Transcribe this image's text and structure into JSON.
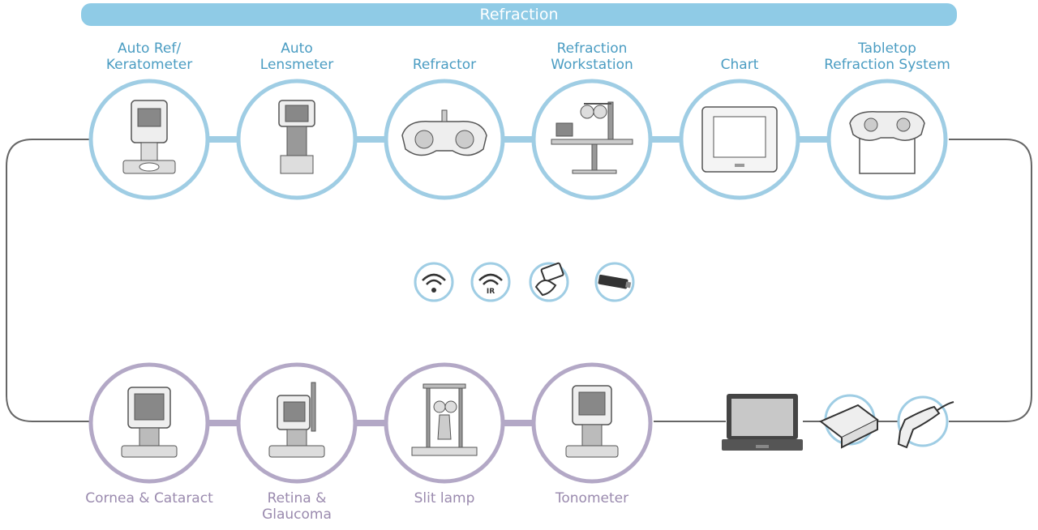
{
  "banner": {
    "title": "Refraction"
  },
  "colors": {
    "blue_ring": "#9fcde4",
    "blue_text": "#4a9cc2",
    "purple_ring": "#b3a8c6",
    "purple_text": "#9a8aae",
    "loop_line": "#666666",
    "banner": "#8fcbe6"
  },
  "top_devices": [
    {
      "line1": "Auto Ref/",
      "line2": "Keratometer",
      "icon": "autorefractor-icon"
    },
    {
      "line1": "Auto",
      "line2": "Lensmeter",
      "icon": "lensmeter-icon"
    },
    {
      "line1": "Refractor",
      "line2": "",
      "icon": "phoropter-icon"
    },
    {
      "line1": "Refraction",
      "line2": "Workstation",
      "icon": "workstation-icon"
    },
    {
      "line1": "Chart",
      "line2": "",
      "icon": "chart-display-icon"
    },
    {
      "line1": "Tabletop",
      "line2": "Refraction System",
      "icon": "tabletop-system-icon"
    }
  ],
  "bottom_devices": [
    {
      "line1": "Cornea & Cataract",
      "line2": "",
      "icon": "corneal-analyzer-icon"
    },
    {
      "line1": "Retina &",
      "line2": "Glaucoma",
      "icon": "retinal-camera-icon"
    },
    {
      "line1": "Slit lamp",
      "line2": "",
      "icon": "slit-lamp-icon"
    },
    {
      "line1": "Tonometer",
      "line2": "",
      "icon": "tonometer-icon"
    }
  ],
  "connectivity": [
    {
      "icon": "wifi-icon"
    },
    {
      "icon": "infrared-icon",
      "text": "IR"
    },
    {
      "icon": "card-reader-icon"
    },
    {
      "icon": "usb-dongle-icon"
    }
  ],
  "peripherals": [
    {
      "icon": "laptop-icon"
    },
    {
      "icon": "card-scanner-icon"
    },
    {
      "icon": "barcode-scanner-icon"
    }
  ]
}
